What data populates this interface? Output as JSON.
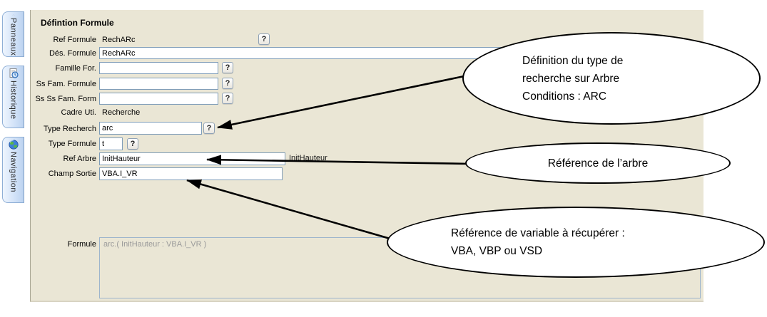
{
  "sidebar": {
    "tabs": [
      {
        "label": "Panneaux",
        "icon": "panneaux-icon"
      },
      {
        "label": "Historique",
        "icon": "historique-icon"
      },
      {
        "label": "Navigation",
        "icon": "navigation-icon"
      }
    ]
  },
  "form": {
    "title": "Défintion Formule",
    "help_button_label": "?",
    "fields": {
      "ref_formule": {
        "label": "Ref Formule",
        "value": "RechARc"
      },
      "des_formule": {
        "label": "Dés. Formule",
        "value": "RechARc"
      },
      "famille_for": {
        "label": "Famille For.",
        "value": ""
      },
      "ss_fam_formule": {
        "label": "Ss Fam. Formule",
        "value": ""
      },
      "ss_ss_fam_form": {
        "label": "Ss Ss Fam. Form",
        "value": ""
      },
      "cadre_uti": {
        "label": "Cadre Uti.",
        "value": "Recherche"
      },
      "type_recherch": {
        "label": "Type Recherch",
        "value": "arc"
      },
      "type_formule": {
        "label": "Type Formule",
        "value": "t"
      },
      "ref_arbre": {
        "label": "Ref Arbre",
        "value": "InitHauteur",
        "hint": "InitHauteur"
      },
      "champ_sortie": {
        "label": "Champ Sortie",
        "value": "VBA.I_VR"
      },
      "formule": {
        "label": "Formule",
        "value": "arc.( InitHauteur : VBA.I_VR )"
      }
    }
  },
  "callouts": [
    {
      "lines": [
        "Définition du type de",
        "recherche sur Arbre",
        "Conditions : ARC"
      ]
    },
    {
      "lines": [
        "Référence de l’arbre"
      ]
    },
    {
      "lines": [
        "Référence de variable à récupérer :",
        "VBA, VBP ou VSD"
      ]
    }
  ],
  "colors": {
    "panel_background": "#eae6d5",
    "tab_fill": "#cfe0f6",
    "tab_border": "#8fafd6",
    "input_border": "#7f9db9",
    "disabled_text": "#9a9a9a",
    "callout_border": "#000000"
  }
}
